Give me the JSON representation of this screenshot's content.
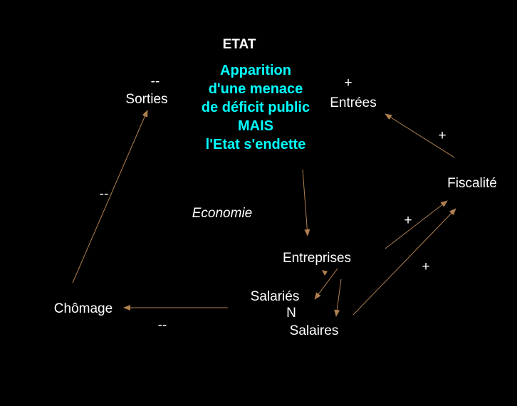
{
  "title": "ETAT",
  "central_message": [
    "Apparition",
    "d'une menace",
    "de déficit public",
    "MAIS",
    "l'Etat s'endette"
  ],
  "nodes": {
    "sorties": "Sorties",
    "entrees": "Entrées",
    "fiscalite": "Fiscalité",
    "economie": "Economie",
    "entreprises": "Entreprises",
    "salaries": "Salariés",
    "n": "N",
    "salaires": "Salaires",
    "chomage": "Chômage"
  },
  "signs": {
    "sorties_sign": "--",
    "entrees_sign": "+",
    "fiscalite_entrees": "+",
    "chomage_sorties": "--",
    "entreprises_fiscalite": "+",
    "salaires_fiscalite": "+",
    "salaries_chomage": "--"
  },
  "colors": {
    "background": "#000000",
    "text": "#ffffff",
    "highlight": "#00ffff",
    "arrow": "#b08050"
  }
}
